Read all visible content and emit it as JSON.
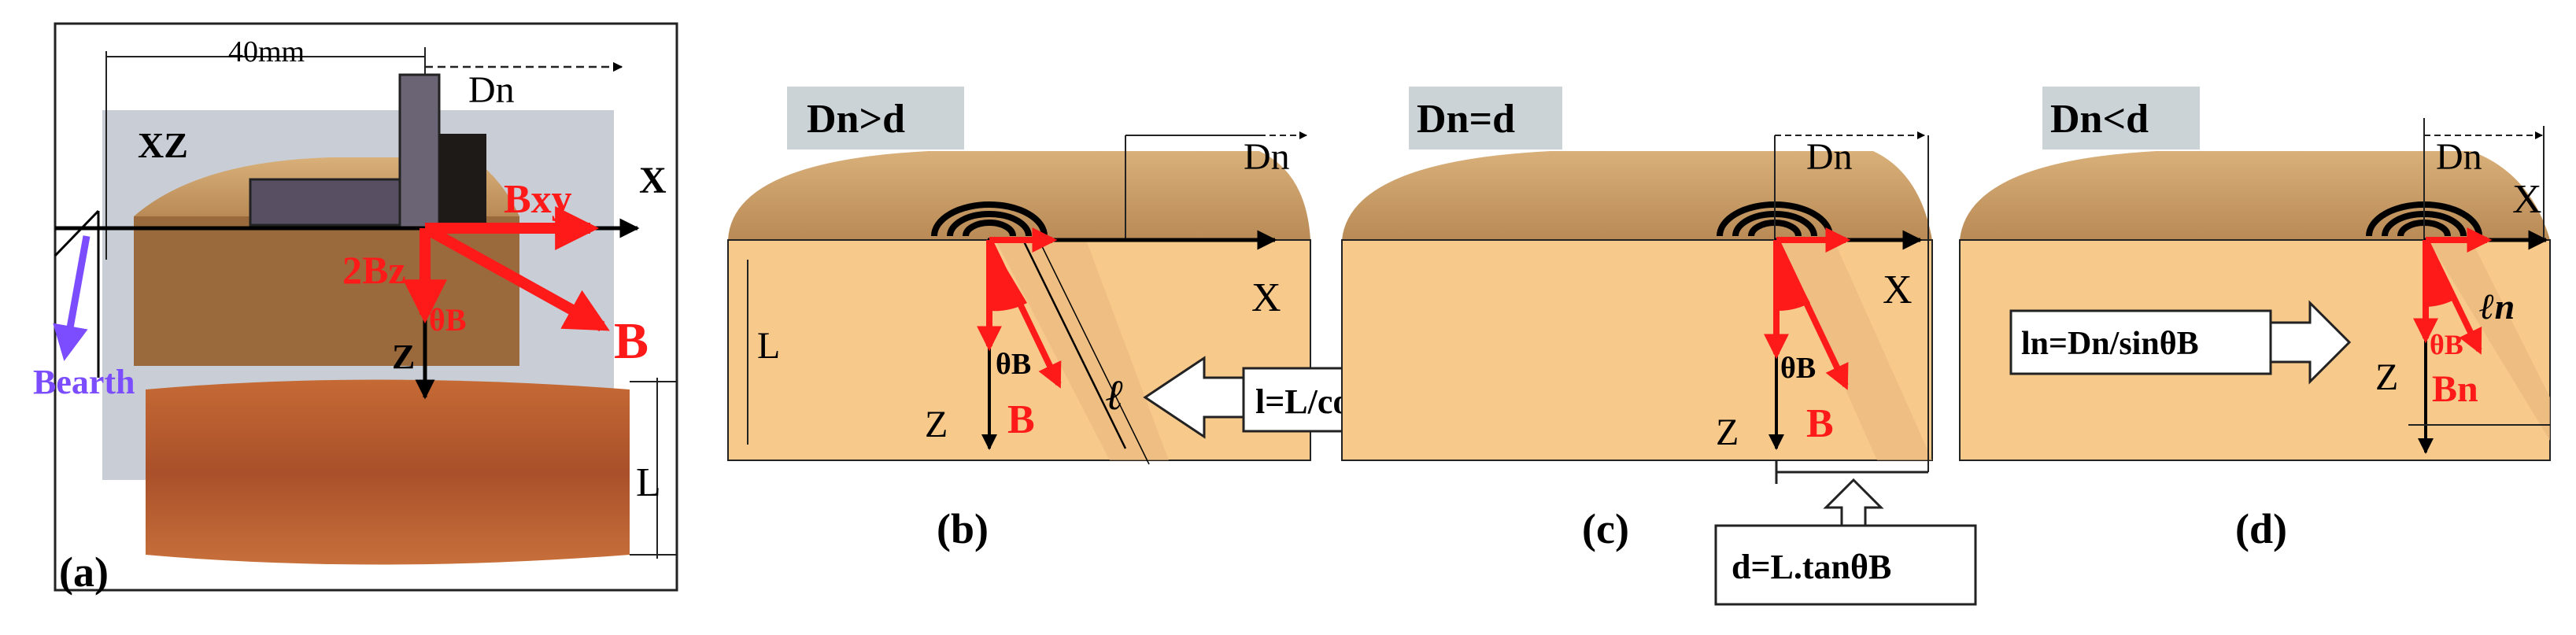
{
  "panels": {
    "a": {
      "caption": "(a)",
      "dim_width": "40mm",
      "plane_label": "XZ",
      "dn_label": "Dn",
      "bxy_label": "Bxy",
      "x_label": "X",
      "bz_label": "2Bz",
      "theta_label": "θB",
      "b_label": "B",
      "z_label": "Z",
      "bearth_label": "Bearth",
      "l_label": "L"
    },
    "b": {
      "caption": "(b)",
      "condition": "Dn>d",
      "dn_label": "Dn",
      "x_label": "X",
      "l_label": "L",
      "theta_label": "θB",
      "b_label": "B",
      "z_label": "Z",
      "path_label": "ℓ",
      "formula": "l=L/cosθB"
    },
    "c": {
      "caption": "(c)",
      "condition": "Dn=d",
      "dn_label": "Dn",
      "x_label": "X",
      "theta_label": "θB",
      "b_label": "B",
      "z_label": "Z",
      "formula": "d=L.tanθB"
    },
    "d": {
      "caption": "(d)",
      "condition": "Dn<d",
      "dn_label": "Dn",
      "x_label": "X",
      "path_label": "ℓn",
      "theta_label": "θB",
      "bn_label": "Bn",
      "z_label": "Z",
      "formula": "ln=Dn/sinθB"
    }
  },
  "colors": {
    "field_red": "#ff1a1a",
    "earth_purple": "#7b4dff",
    "slab_tan": "#f7c98b",
    "crust": "#c79a60",
    "backdrop": "#c9ced6"
  }
}
